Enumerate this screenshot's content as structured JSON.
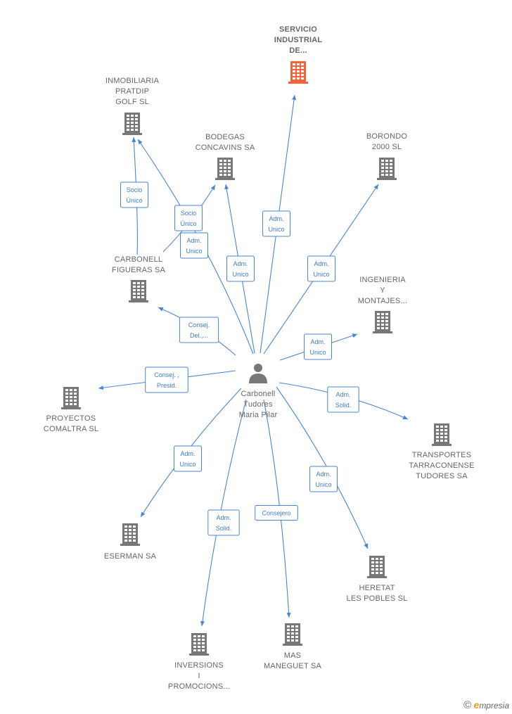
{
  "center": {
    "lines": [
      "Carbonell",
      "Tudores",
      "Maria Pilar"
    ],
    "icon": "person-icon"
  },
  "nodes": [
    {
      "id": "servicio",
      "lines": [
        "SERVICIO",
        "INDUSTRIAL",
        "DE..."
      ],
      "highlight": true
    },
    {
      "id": "inmobiliaria",
      "lines": [
        "INMOBILIARIA",
        "PRATDIP",
        "GOLF  SL"
      ]
    },
    {
      "id": "bodegas",
      "lines": [
        "BODEGAS",
        "CONCAVINS SA"
      ]
    },
    {
      "id": "borondo",
      "lines": [
        "BORONDO",
        "2000  SL"
      ]
    },
    {
      "id": "carbonell",
      "lines": [
        "CARBONELL",
        "FIGUERAS SA"
      ]
    },
    {
      "id": "ingenieria",
      "lines": [
        "INGENIERIA",
        "Y",
        "MONTAJES..."
      ]
    },
    {
      "id": "proyectos",
      "lines": [
        "PROYECTOS",
        "COMALTRA SL"
      ]
    },
    {
      "id": "transportes",
      "lines": [
        "TRANSPORTES",
        "TARRACONENSE",
        "TUDORES SA"
      ]
    },
    {
      "id": "eserman",
      "lines": [
        "ESERMAN SA"
      ]
    },
    {
      "id": "heretat",
      "lines": [
        "HERETAT",
        "LES POBLES SL"
      ]
    },
    {
      "id": "inversions",
      "lines": [
        "INVERSIONS",
        "I",
        "PROMOCIONS..."
      ]
    },
    {
      "id": "mas",
      "lines": [
        "MAS",
        "MANEGUET SA"
      ]
    }
  ],
  "edges": [
    {
      "id": "e-servicio",
      "lines": [
        "Adm.",
        "Unico"
      ]
    },
    {
      "id": "e-carbonell-inmob",
      "lines": [
        "Socio",
        "Único"
      ]
    },
    {
      "id": "e-carbonell-bodegas",
      "lines": [
        "Socio",
        "Único"
      ]
    },
    {
      "id": "e-inmob",
      "lines": [
        "Adm.",
        "Unico"
      ]
    },
    {
      "id": "e-bodegas",
      "lines": [
        "Adm.",
        "Unico"
      ]
    },
    {
      "id": "e-borondo",
      "lines": [
        "Adm.",
        "Unico"
      ]
    },
    {
      "id": "e-carbonell",
      "lines": [
        "Consej.",
        "Del.,..."
      ]
    },
    {
      "id": "e-ingenieria",
      "lines": [
        "Adm.",
        "Unico"
      ]
    },
    {
      "id": "e-proyectos",
      "lines": [
        "Consej. ,",
        "Presid."
      ]
    },
    {
      "id": "e-transportes",
      "lines": [
        "Adm.",
        "Solid."
      ]
    },
    {
      "id": "e-eserman",
      "lines": [
        "Adm.",
        "Unico"
      ]
    },
    {
      "id": "e-heretat",
      "lines": [
        "Adm.",
        "Unico"
      ]
    },
    {
      "id": "e-inversions",
      "lines": [
        "Adm.",
        "Solid."
      ]
    },
    {
      "id": "e-mas",
      "lines": [
        "Consejero"
      ]
    }
  ],
  "colors": {
    "edge": "#4a86d0",
    "node_icon": "#777777",
    "highlight_icon": "#f0643a",
    "label": "#666666"
  },
  "copyright": {
    "symbol": "©",
    "brand_initial": "e",
    "brand_rest": "mpresia"
  }
}
